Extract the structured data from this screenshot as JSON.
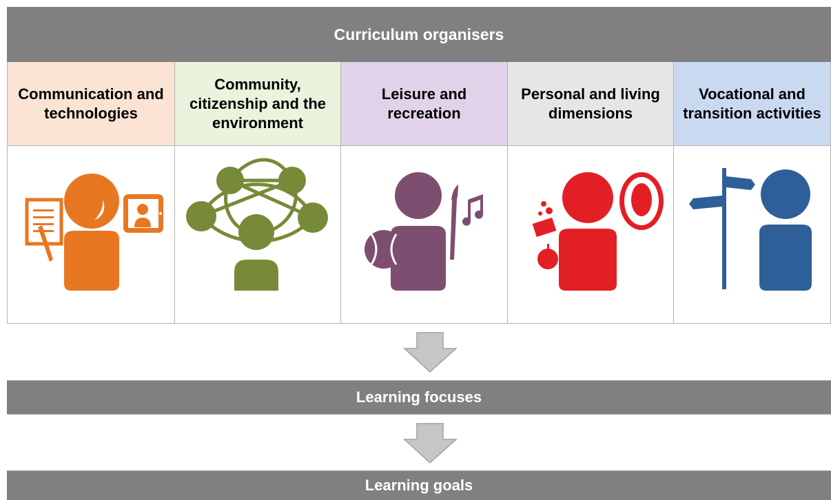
{
  "header": {
    "title": "Curriculum organisers"
  },
  "organisers": [
    {
      "label": "Communication and technologies",
      "bg": "#fbe3d4",
      "icon": "communication-person-icon",
      "color": "#e87722"
    },
    {
      "label": "Community, citizenship and the environment",
      "bg": "#e9f3dd",
      "icon": "network-people-icon",
      "color": "#778a38"
    },
    {
      "label": "Leisure and recreation",
      "bg": "#e1d2ea",
      "icon": "leisure-person-icon",
      "color": "#7e4e71"
    },
    {
      "label": "Personal and living dimensions",
      "bg": "#e6e6e6",
      "icon": "personal-person-mirror-icon",
      "color": "#e31f26"
    },
    {
      "label": "Vocational and transition activities",
      "bg": "#c9daf0",
      "icon": "signpost-person-icon",
      "color": "#2f5f98"
    }
  ],
  "focuses": {
    "label": "Learning focuses"
  },
  "goals": {
    "label": "Learning goals"
  }
}
